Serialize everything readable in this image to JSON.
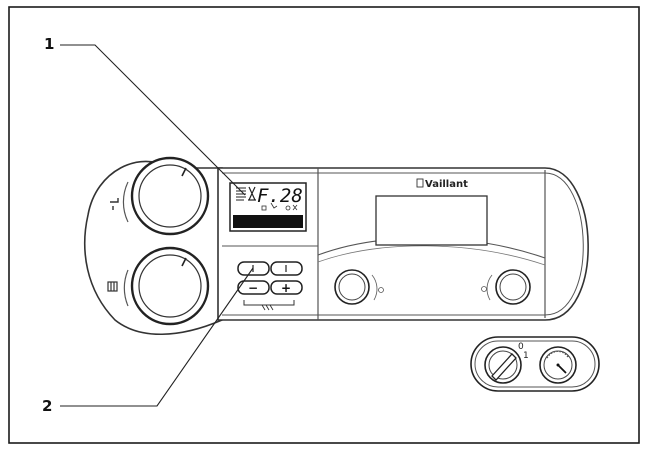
{
  "callouts": [
    {
      "label": "1"
    },
    {
      "label": "2"
    }
  ],
  "panel": {
    "brand": "Vaillant",
    "display_code": "F.28",
    "buttons": {
      "minus": "−",
      "plus": "+"
    }
  },
  "switch_labels": {
    "off": "0",
    "on": "1"
  }
}
